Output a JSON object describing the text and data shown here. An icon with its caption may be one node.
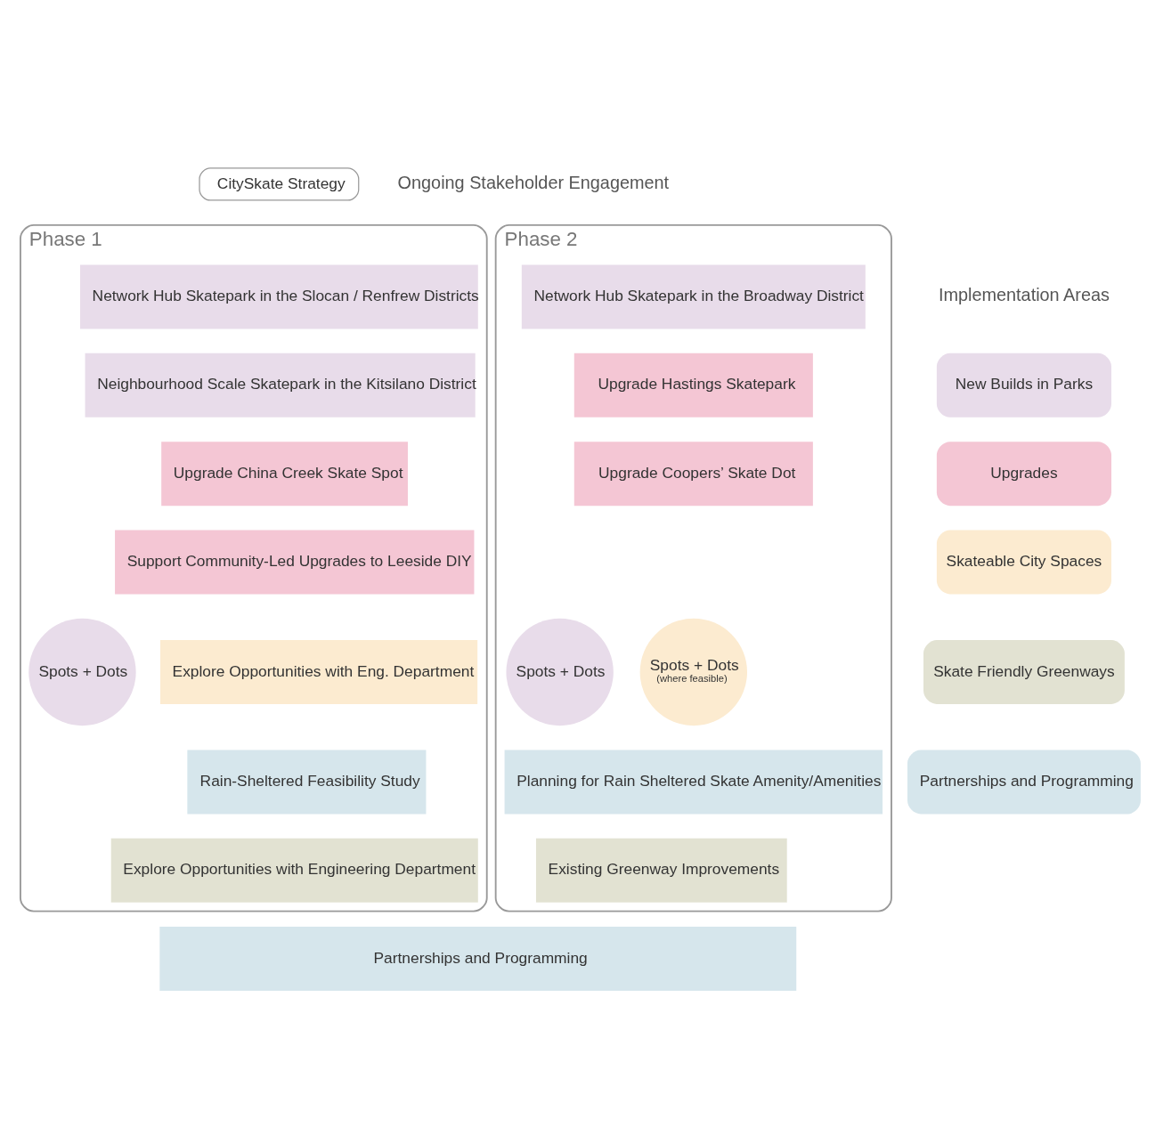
{
  "diagram": {
    "nodes": [
      {
        "text": [
          "CitySkate Strategy"
        ]
      },
      {
        "text": [
          "Phase 1"
        ]
      },
      {
        "text": [
          "Network Hub Skatepark in the Slocan / Renfrew Districts"
        ],
        "in": 1
      },
      {
        "text": [
          "Neighbourhood Scale Skatepark in the Kitsilano District"
        ],
        "in": 1
      },
      {
        "text": [
          "Upgrade China Creek Skate Spot"
        ],
        "in": 1
      },
      {
        "text": [
          "Support Community-Led Upgrades to Leeside DIY"
        ],
        "in": 1
      },
      {
        "text": [
          "Explore Opportunities with Eng. Department"
        ],
        "in": 1
      },
      {
        "text": [
          "Spots + Dots"
        ],
        "in": 1
      },
      {
        "text": [
          "Rain-Sheltered Feasibility Study"
        ],
        "in": 1
      },
      {
        "text": [
          "Explore Opportunities with Engineering Department"
        ],
        "in": 1
      },
      {
        "text": [
          "Phase 2"
        ]
      },
      {
        "text": [
          "Network Hub Skatepark in the Broadway District"
        ],
        "in": 10
      },
      {
        "text": [
          "Upgrade Hastings Skatepark"
        ],
        "in": 10
      },
      {
        "text": [
          "Upgrade Coopers’ Skate Dot"
        ],
        "in": 10
      },
      {
        "text": [
          "Spots + Dots",
          "(where feasible)"
        ],
        "in": 10
      },
      {
        "text": [
          "Spots + Dots"
        ],
        "in": 10
      },
      {
        "text": [
          "Planning for Rain Sheltered Skate Amenity/Amenities"
        ],
        "in": 10
      },
      {
        "text": [
          "Existing Greenway Improvements"
        ],
        "in": 10
      },
      {
        "text": [
          "Partnerships and Programming"
        ]
      }
    ],
    "edges": [],
    "labels": [
      "Ongoing Stakeholder Engagement",
      "Implementation Areas"
    ],
    "legend": [
      {
        "text": "New Builds in Parks",
        "color": "#e8dcea"
      },
      {
        "text": "Upgrades",
        "color": "#f4c6d4"
      },
      {
        "text": "Skateable City Spaces",
        "color": "#fcebd0"
      },
      {
        "text": "Skate Friendly Greenways",
        "color": "#e2e2d2"
      },
      {
        "text": "Partnerships and Programming",
        "color": "#d6e6ec"
      }
    ]
  }
}
